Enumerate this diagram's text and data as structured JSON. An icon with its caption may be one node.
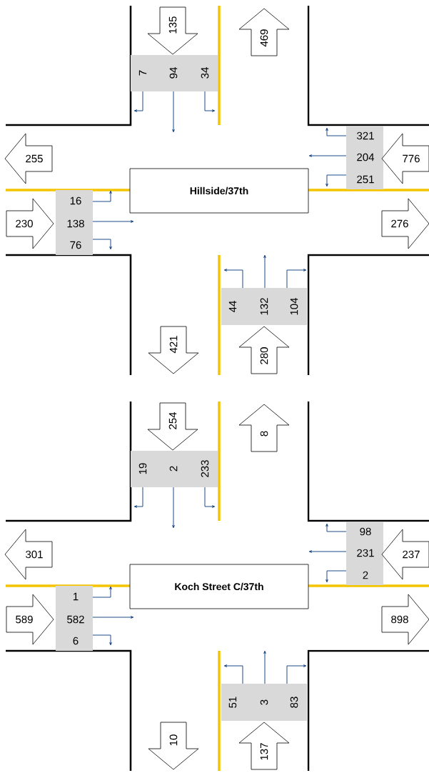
{
  "diagram": {
    "nodes": [
      {
        "text": [
          "135"
        ]
      },
      {
        "text": [
          "469"
        ]
      },
      {
        "text": [
          "7",
          "94",
          "34"
        ]
      },
      {
        "text": [
          "255"
        ]
      },
      {
        "text": [
          "321",
          "204",
          "251"
        ]
      },
      {
        "text": [
          "776"
        ]
      },
      {
        "text": [
          "Hillside/37th"
        ]
      },
      {
        "text": [
          "16",
          "138",
          "76"
        ]
      },
      {
        "text": [
          "230"
        ]
      },
      {
        "text": [
          "276"
        ]
      },
      {
        "text": [
          "44",
          "132",
          "104"
        ]
      },
      {
        "text": [
          "421"
        ]
      },
      {
        "text": [
          "280"
        ]
      },
      {
        "text": [
          "254"
        ]
      },
      {
        "text": [
          "8"
        ]
      },
      {
        "text": [
          "19",
          "2",
          "233"
        ]
      },
      {
        "text": [
          "301"
        ]
      },
      {
        "text": [
          "98",
          "231",
          "2"
        ]
      },
      {
        "text": [
          "237"
        ]
      },
      {
        "text": [
          "Koch Street C/37th"
        ]
      },
      {
        "text": [
          "1",
          "582",
          "6"
        ]
      },
      {
        "text": [
          "589"
        ]
      },
      {
        "text": [
          "898"
        ]
      },
      {
        "text": [
          "51",
          "3",
          "83"
        ]
      },
      {
        "text": [
          "10"
        ]
      },
      {
        "text": [
          "137"
        ]
      }
    ]
  }
}
